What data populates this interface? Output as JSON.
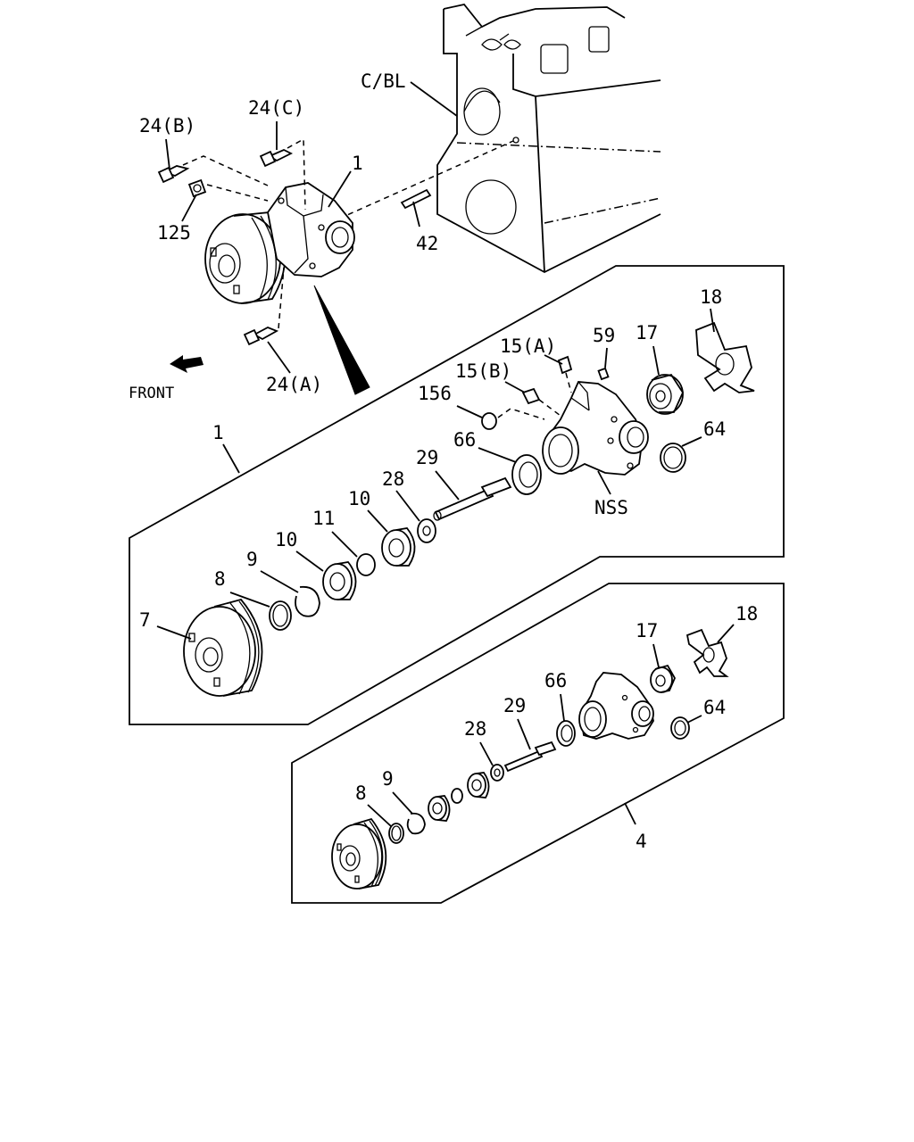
{
  "front_label": "FRONT",
  "labels": {
    "cbl": "C/BL",
    "l24b": "24(B)",
    "l24c": "24(C)",
    "l24a": "24(A)",
    "l1_top": "1",
    "l125": "125",
    "l42": "42",
    "l1_box": "1",
    "l18_a": "18",
    "l17_a": "17",
    "l59": "59",
    "l15a": "15(A)",
    "l15b": "15(B)",
    "l156": "156",
    "l66_a": "66",
    "l29_a": "29",
    "l28_a": "28",
    "l10_a": "10",
    "l11": "11",
    "l10_b": "10",
    "l9_a": "9",
    "l8_a": "8",
    "l7": "7",
    "l64_a": "64",
    "nss": "NSS",
    "l18_b": "18",
    "l17_b": "17",
    "l66_b": "66",
    "l29_b": "29",
    "l64_b": "64",
    "l28_b": "28",
    "l9_b": "9",
    "l8_b": "8",
    "l4": "4"
  }
}
